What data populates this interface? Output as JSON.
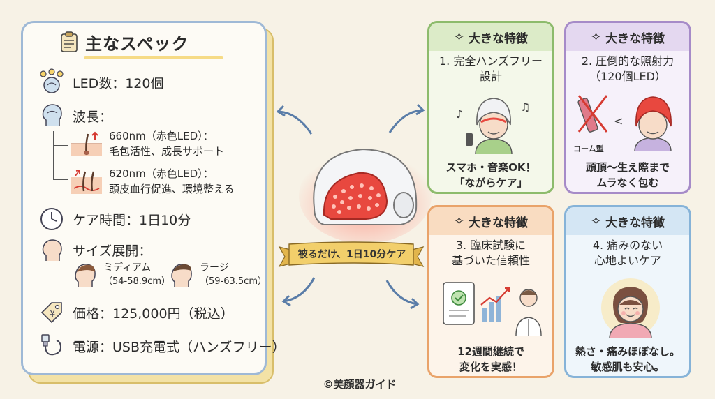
{
  "spec": {
    "title": "主なスペック",
    "led": "LED数：120個",
    "wavelength": "波長：",
    "wave1_line1": "660nm（赤色LED）：",
    "wave1_line2": "毛包活性、成長サポート",
    "wave2_line1": "620nm（赤色LED）：",
    "wave2_line2": "頭皮血行促進、環境整える",
    "care_time": "ケア時間：1日10分",
    "size": "サイズ展開：",
    "size_m_name": "ミディアム",
    "size_m_range": "（54-58.9cm）",
    "size_l_name": "ラージ",
    "size_l_range": "（59-63.5cm）",
    "price": "価格：125,000円（税込）",
    "power": "電源：USB充電式（ハンズフリー）",
    "price_tag_symbol": "¥"
  },
  "center": {
    "ribbon": "被るだけ、1日10分ケア"
  },
  "features": [
    {
      "heading": "大きな特徴",
      "title_l1": "1. 完全ハンズフリー",
      "title_l2": "設計",
      "desc_l1": "スマホ・音楽OK！",
      "desc_l2": "「ながらケア」"
    },
    {
      "heading": "大きな特徴",
      "title_l1": "2. 圧倒的な照射力",
      "title_l2": "（120個LED）",
      "illus_label": "コーム型",
      "desc_l1": "頭頂〜生え際まで",
      "desc_l2": "ムラなく包む"
    },
    {
      "heading": "大きな特徴",
      "title_l1": "3. 臨床試験に",
      "title_l2": "基づいた信頼性",
      "desc_l1": "12週間継続で",
      "desc_l2": "変化を実感！"
    },
    {
      "heading": "大きな特徴",
      "title_l1": "4. 痛みのない",
      "title_l2": "心地よいケア",
      "desc_l1": "熱さ・痛みほぼなし。",
      "desc_l2": "敏感肌も安心。"
    }
  ],
  "sparkle_symbol": "✧",
  "copyright": "©美顔器ガイド",
  "colors": {
    "green": "#8dbb6c",
    "purple": "#a68bc8",
    "orange": "#e9a36a",
    "blue": "#86b3d8",
    "led_red": "#e8483f",
    "ribbon": "#f2cf6b"
  }
}
